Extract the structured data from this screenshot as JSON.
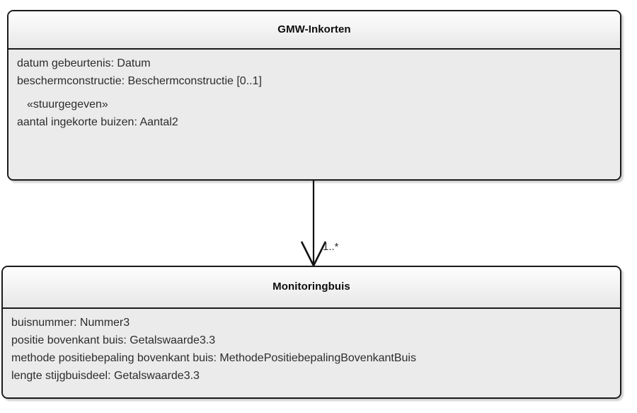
{
  "diagram": {
    "type": "uml-class-diagram",
    "language": "nl",
    "background_color": "#ffffff",
    "box_border_color": "#1a1a1a",
    "box_body_color": "#ebebeb",
    "box_header_gradient": [
      "#fdfdfd",
      "#e7e7e7"
    ],
    "text_color": "#2c2c2c"
  },
  "classes": [
    {
      "id": "gmw-inkorten",
      "title": "GMW-Inkorten",
      "attributes": [
        {
          "text": "datum gebeurtenis: Datum",
          "kind": "attribute"
        },
        {
          "text": "beschermconstructie: Beschermconstructie [0..1]",
          "kind": "attribute"
        },
        {
          "text": "«stuurgegeven»",
          "kind": "stereotype"
        },
        {
          "text": "aantal ingekorte buizen: Aantal2",
          "kind": "attribute"
        }
      ]
    },
    {
      "id": "monitoringbuis",
      "title": "Monitoringbuis",
      "attributes": [
        {
          "text": "buisnummer: Nummer3",
          "kind": "attribute"
        },
        {
          "text": "positie bovenkant buis: Getalswaarde3.3",
          "kind": "attribute"
        },
        {
          "text": "methode positiebepaling bovenkant buis: MethodePositiebepalingBovenkantBuis",
          "kind": "attribute"
        },
        {
          "text": "lengte stijgbuisdeel: Getalswaarde3.3",
          "kind": "attribute"
        }
      ]
    }
  ],
  "relationships": [
    {
      "id": "gmw-inkorten-to-monitoringbuis",
      "from": "gmw-inkorten",
      "to": "monitoringbuis",
      "style": "open-arrow",
      "multiplicity_target": "1..*"
    }
  ]
}
